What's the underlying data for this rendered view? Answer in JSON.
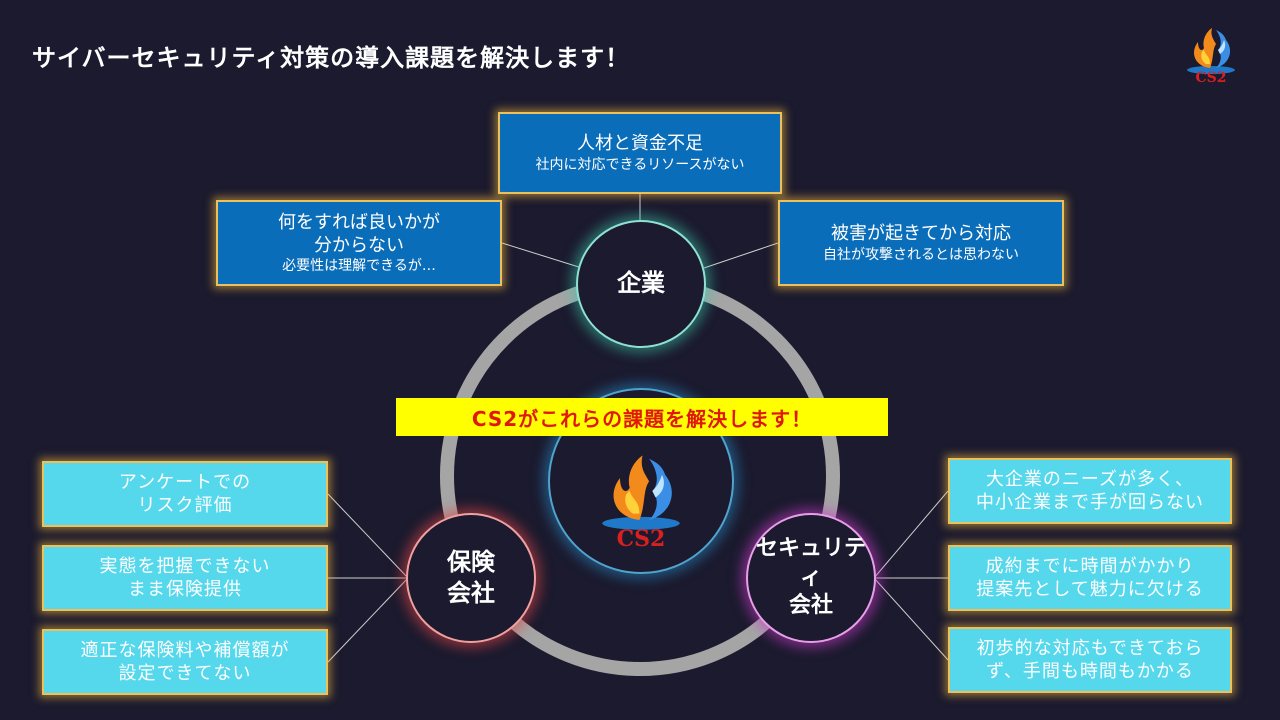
{
  "title": "サイバーセキュリティ対策の導入課題を解決します！",
  "banner": "CS2がこれらの課題を解決します！",
  "logo": {
    "text": "CS2",
    "colors": {
      "flame": "#f28a1c",
      "water": "#3a8ee6",
      "text": "#d92020"
    }
  },
  "nodes": {
    "enterprise": "企業",
    "insurance": {
      "line1": "保険",
      "line2": "会社"
    },
    "security": {
      "line1": "セキュリティ",
      "line2": "会社"
    }
  },
  "enterprise_issues": {
    "top": {
      "main": "人材と資金不足",
      "sub": "社内に対応できるリソースがない"
    },
    "left": {
      "main1": "何をすれば良いかが",
      "main2": "分からない",
      "sub": "必要性は理解できるが…"
    },
    "right": {
      "main": "被害が起きてから対応",
      "sub": "自社が攻撃されるとは思わない"
    }
  },
  "insurance_issues": [
    {
      "line1": "アンケートでの",
      "line2": "リスク評価"
    },
    {
      "line1": "実態を把握できない",
      "line2": "まま保険提供"
    },
    {
      "line1": "適正な保険料や補償額が",
      "line2": "設定できてない"
    }
  ],
  "security_issues": [
    {
      "line1": "大企業のニーズが多く、",
      "line2": "中小企業まで手が回らない"
    },
    {
      "line1": "成約までに時間がかかり",
      "line2": "提案先として魅力に欠ける"
    },
    {
      "line1": "初歩的な対応もできておら",
      "line2": "ず、手間も時間もかかる"
    }
  ],
  "colors": {
    "background": "#1b1a2e",
    "enterprise_box": "#0a6dba",
    "side_box": "#55d8ec",
    "box_border": "#ecc15b",
    "ring": "#a5a5a5",
    "banner_bg": "#ffff00",
    "banner_text": "#e0180c"
  }
}
